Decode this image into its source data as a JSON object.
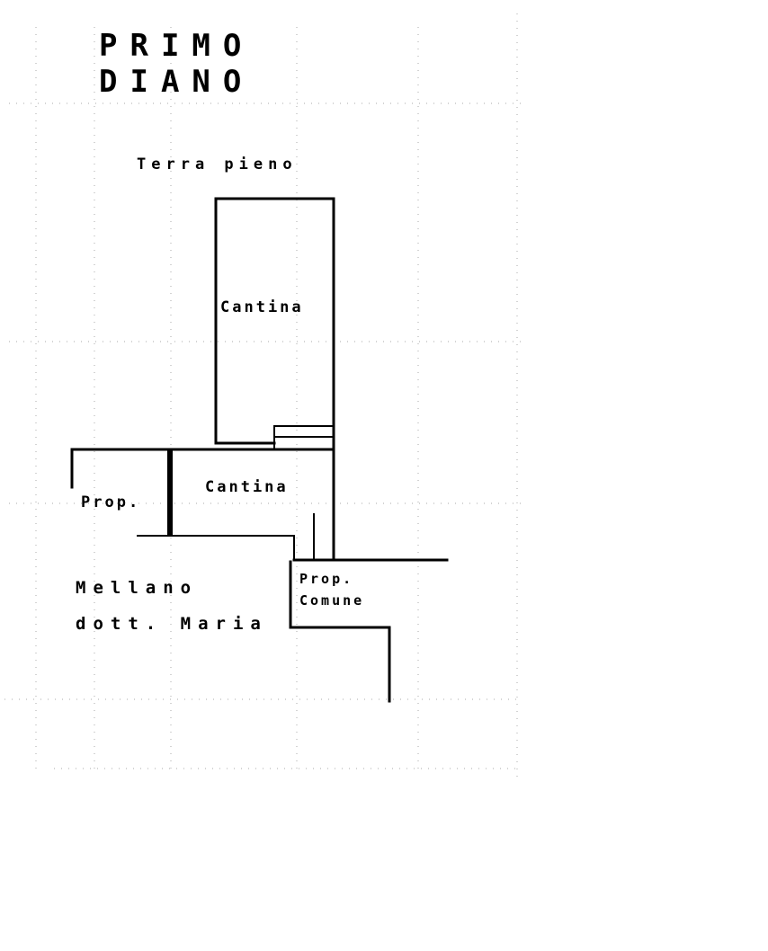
{
  "title": {
    "line1": "PRIMO",
    "line2": "DIANO"
  },
  "labels": {
    "terrapieno": "Terra pieno",
    "cantina_upper": "Cantina",
    "cantina_lower": "Cantina",
    "prop_left": "Prop.",
    "prop_comune_1": "Prop.",
    "prop_comune_2": "Comune",
    "owner_1": "Mellano",
    "owner_2": "dott. Maria"
  },
  "colors": {
    "ink": "#000000",
    "grid": "#9a9a9a",
    "paper": "#ffffff"
  }
}
